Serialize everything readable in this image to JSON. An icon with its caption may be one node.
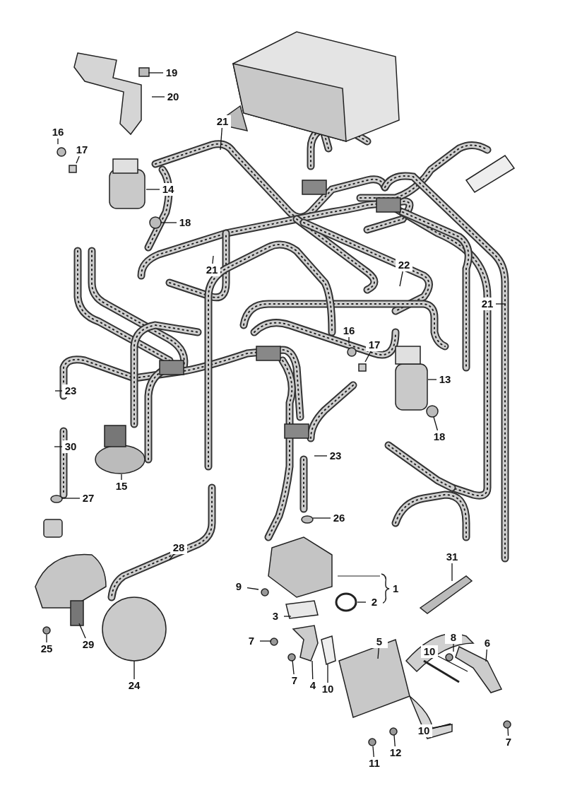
{
  "diagram": {
    "nodes": [
      {
        "text": [
          "19"
        ]
      },
      {
        "text": [
          "20"
        ]
      },
      {
        "text": [
          "16"
        ]
      },
      {
        "text": [
          "17"
        ]
      },
      {
        "text": [
          "21"
        ]
      },
      {
        "text": [
          "14"
        ]
      },
      {
        "text": [
          "18"
        ]
      },
      {
        "text": [
          "21"
        ]
      },
      {
        "text": [
          "22"
        ]
      },
      {
        "text": [
          "21"
        ]
      },
      {
        "text": [
          "16"
        ]
      },
      {
        "text": [
          "17"
        ]
      },
      {
        "text": [
          "13"
        ]
      },
      {
        "text": [
          "23"
        ]
      },
      {
        "text": [
          "18"
        ]
      },
      {
        "text": [
          "30"
        ]
      },
      {
        "text": [
          "23"
        ]
      },
      {
        "text": [
          "15"
        ]
      },
      {
        "text": [
          "27"
        ]
      },
      {
        "text": [
          "26"
        ]
      },
      {
        "text": [
          "31"
        ]
      },
      {
        "text": [
          "28"
        ]
      },
      {
        "text": [
          "9"
        ]
      },
      {
        "text": [
          "2"
        ]
      },
      {
        "text": [
          "3"
        ]
      },
      {
        "text": [
          "5"
        ]
      },
      {
        "text": [
          "8"
        ]
      },
      {
        "text": [
          "6"
        ]
      },
      {
        "text": [
          "7"
        ]
      },
      {
        "text": [
          "25"
        ]
      },
      {
        "text": [
          "29"
        ]
      },
      {
        "text": [
          "10"
        ]
      },
      {
        "text": [
          "7"
        ]
      },
      {
        "text": [
          "4"
        ]
      },
      {
        "text": [
          "10"
        ]
      },
      {
        "text": [
          "24"
        ]
      },
      {
        "text": [
          "12"
        ]
      },
      {
        "text": [
          "11"
        ]
      },
      {
        "text": [
          "10"
        ]
      },
      {
        "text": [
          "7"
        ]
      }
    ],
    "edges": [
      {
        "from": 0,
        "to": null,
        "arrow": "none"
      },
      {
        "from": 1,
        "to": null,
        "arrow": "none"
      },
      {
        "from": 2,
        "to": null,
        "arrow": "none"
      },
      {
        "from": 3,
        "to": null,
        "arrow": "none"
      },
      {
        "from": 4,
        "to": null,
        "arrow": "none"
      },
      {
        "from": 5,
        "to": null,
        "arrow": "none"
      },
      {
        "from": 6,
        "to": null,
        "arrow": "none"
      },
      {
        "from": 7,
        "to": null,
        "arrow": "none"
      },
      {
        "from": 8,
        "to": null,
        "arrow": "none"
      },
      {
        "from": 9,
        "to": null,
        "arrow": "none"
      },
      {
        "from": 10,
        "to": null,
        "arrow": "none"
      },
      {
        "from": 11,
        "to": null,
        "arrow": "none"
      },
      {
        "from": 12,
        "to": null,
        "arrow": "none"
      },
      {
        "from": 13,
        "to": null,
        "arrow": "none"
      },
      {
        "from": 14,
        "to": null,
        "arrow": "none"
      },
      {
        "from": 15,
        "to": null,
        "arrow": "none"
      },
      {
        "from": 16,
        "to": null,
        "arrow": "none"
      },
      {
        "from": 17,
        "to": null,
        "arrow": "none"
      },
      {
        "from": 18,
        "to": null,
        "arrow": "none"
      },
      {
        "from": 19,
        "to": null,
        "arrow": "none"
      },
      {
        "from": 20,
        "to": null,
        "arrow": "none"
      },
      {
        "from": 21,
        "to": null,
        "arrow": "none"
      },
      {
        "from": 22,
        "to": null,
        "arrow": "none"
      },
      {
        "from": 23,
        "to": null,
        "arrow": "none"
      },
      {
        "from": 24,
        "to": null,
        "arrow": "none"
      },
      {
        "from": 25,
        "to": null,
        "arrow": "none"
      },
      {
        "from": 26,
        "to": null,
        "arrow": "none"
      },
      {
        "from": 27,
        "to": null,
        "arrow": "none"
      },
      {
        "from": 28,
        "to": null,
        "arrow": "none"
      },
      {
        "from": 29,
        "to": null,
        "arrow": "none"
      },
      {
        "from": 30,
        "to": null,
        "arrow": "none"
      },
      {
        "from": 31,
        "to": null,
        "arrow": "none"
      },
      {
        "from": 32,
        "to": null,
        "arrow": "none"
      },
      {
        "from": 33,
        "to": null,
        "arrow": "none"
      },
      {
        "from": 34,
        "to": null,
        "arrow": "none"
      },
      {
        "from": 35,
        "to": null,
        "arrow": "none"
      },
      {
        "from": 36,
        "to": null,
        "arrow": "none"
      },
      {
        "from": 37,
        "to": null,
        "arrow": "none"
      },
      {
        "from": 38,
        "to": null,
        "arrow": "none"
      },
      {
        "from": 39,
        "to": null,
        "arrow": "none"
      }
    ],
    "labels": [
      "1"
    ]
  }
}
